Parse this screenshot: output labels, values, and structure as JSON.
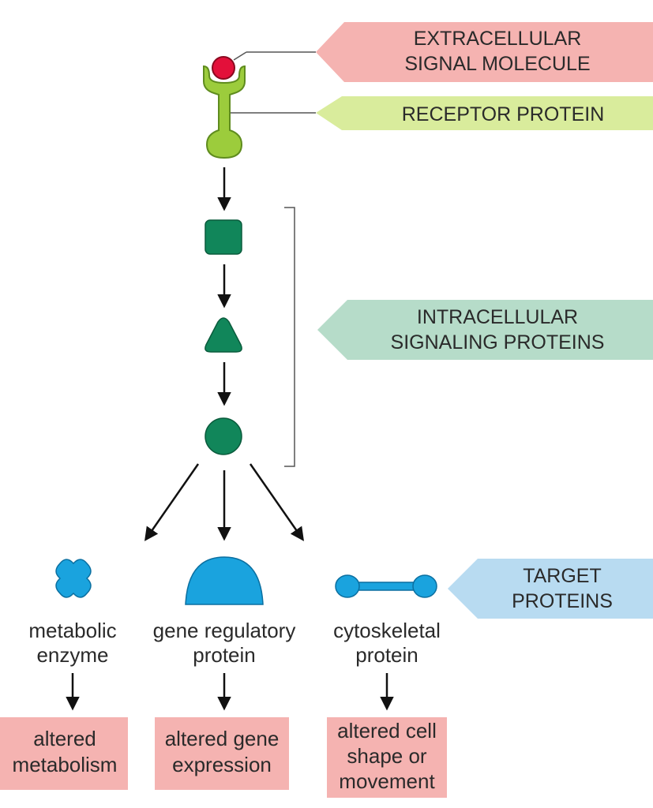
{
  "colors": {
    "signal_red": "#e3103a",
    "receptor_green": "#9ccc3c",
    "intracellular_green": "#11865a",
    "target_blue": "#1aa3de",
    "tag_pink": "#f5b3b1",
    "tag_lime": "#d9ec9c",
    "tag_mint": "#b6dcc9",
    "tag_blue": "#b8dbf1",
    "box_pink": "#f5b3b1"
  },
  "tags": {
    "extracellular": [
      "EXTRACELLULAR",
      "SIGNAL MOLECULE"
    ],
    "receptor": [
      "RECEPTOR PROTEIN"
    ],
    "intracellular": [
      "INTRACELLULAR",
      "SIGNALING PROTEINS"
    ],
    "target": [
      "TARGET",
      "PROTEINS"
    ]
  },
  "targets": [
    {
      "name": [
        "metabolic",
        "enzyme"
      ],
      "shape": "cross-icon",
      "outcome": [
        "altered",
        "metabolism"
      ]
    },
    {
      "name": [
        "gene regulatory",
        "protein"
      ],
      "shape": "dome-icon",
      "outcome": [
        "altered gene",
        "expression"
      ]
    },
    {
      "name": [
        "cytoskeletal",
        "protein"
      ],
      "shape": "dumbbell-icon",
      "outcome": [
        "altered cell",
        "shape or",
        "movement"
      ]
    }
  ]
}
